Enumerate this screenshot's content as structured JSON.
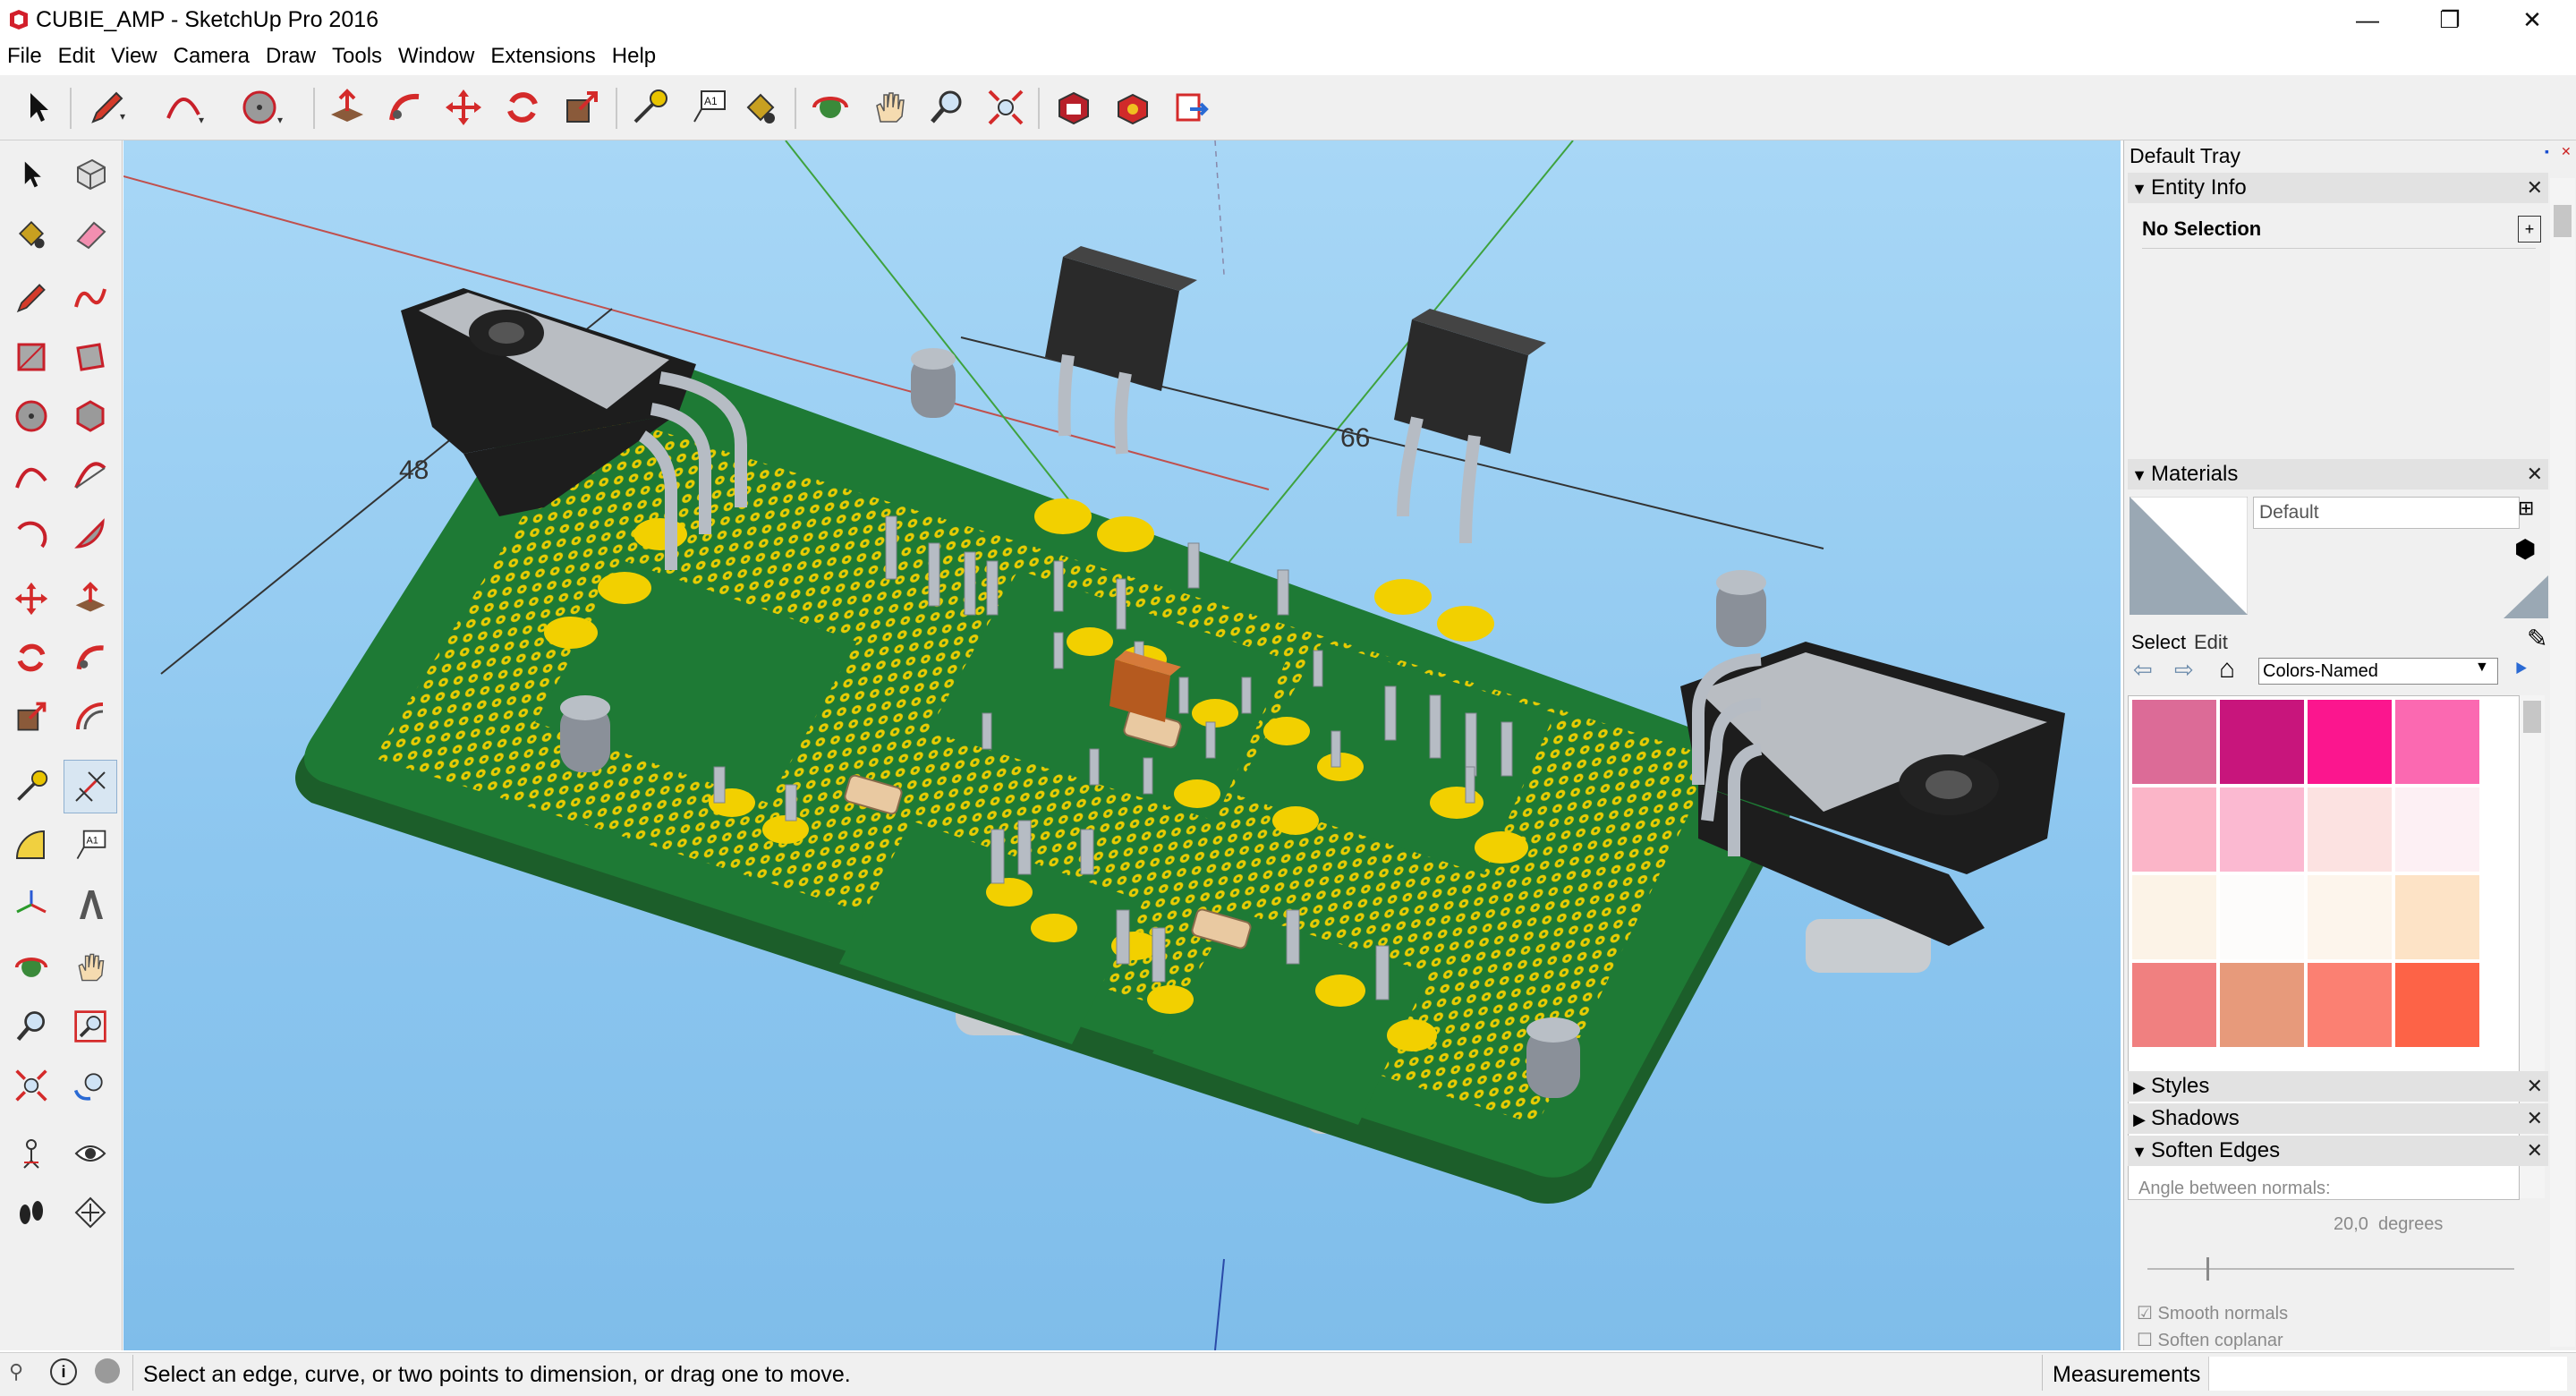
{
  "window": {
    "title": "CUBIE_AMP - SketchUp Pro 2016",
    "minimize_glyph": "—",
    "maximize_glyph": "❐",
    "close_glyph": "✕"
  },
  "menu": [
    "File",
    "Edit",
    "View",
    "Camera",
    "Draw",
    "Tools",
    "Window",
    "Extensions",
    "Help"
  ],
  "toolbar_icons": [
    "select-icon",
    "pencil-line-icon",
    "arc-icon",
    "circle-icon",
    "push-pull-icon",
    "follow-me-icon",
    "move-icon",
    "rotate-icon",
    "scale-icon",
    "tape-measure-icon",
    "text-icon",
    "paint-bucket-icon",
    "orbit-icon",
    "pan-icon",
    "zoom-icon",
    "zoom-extents-icon",
    "warehouse-icon",
    "extension-warehouse-icon",
    "send-to-layout-icon"
  ],
  "viewport": {
    "dimension_width": "48",
    "dimension_length": "66"
  },
  "tray": {
    "title": "Default Tray",
    "entity_info": {
      "title": "Entity Info",
      "selection": "No Selection"
    },
    "materials": {
      "title": "Materials",
      "current_name": "Default",
      "tab_select": "Select",
      "tab_edit": "Edit",
      "library": "Colors-Named",
      "swatches": [
        "#dc6b97",
        "#c8157c",
        "#fb168e",
        "#fb69b1",
        "#fbb5c8",
        "#fbb9d1",
        "#fce2e1",
        "#fdf0f4",
        "#fcf3e7",
        "#fdfcfb",
        "#fdf5ec",
        "#fde3c6",
        "#f08080",
        "#e79a7b",
        "#fb8072",
        "#fd6347"
      ]
    },
    "styles_title": "Styles",
    "shadows_title": "Shadows",
    "soften_edges": {
      "title": "Soften Edges",
      "angle_label": "Angle between normals:",
      "angle_value": "20,0  degrees",
      "angle_fraction": 0.16,
      "smooth_normals": "Smooth normals",
      "soften_coplanar": "Soften coplanar"
    }
  },
  "status": {
    "hint": "Select an edge, curve, or two points to dimension, or drag one to move.",
    "measurements_label": "Measurements",
    "measurements_value": ""
  },
  "colors": {
    "pcb_green": "#1e7a35",
    "pad_yellow": "#f2d000",
    "sky_top": "#a8d7f6",
    "sky_bottom": "#7fbdea"
  }
}
